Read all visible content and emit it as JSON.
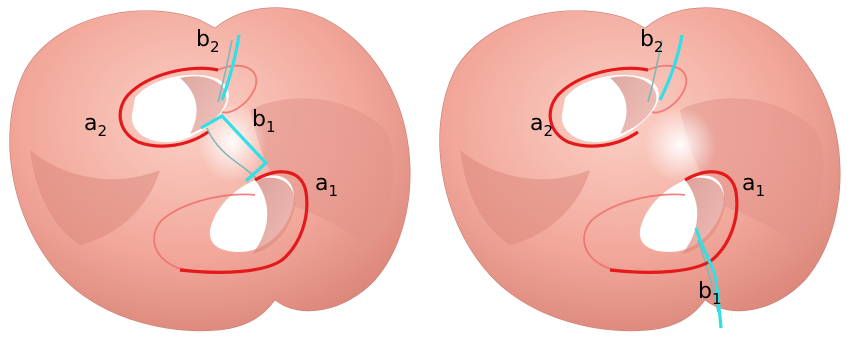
{
  "colors": {
    "surface": "#f3a89c",
    "surface_light": "#fbd2c8",
    "surface_shadow": "#d98378",
    "a_curve": "#e3191c",
    "a_curve_hidden": "#ef6f6a",
    "b_curve": "#2fe0e8",
    "b_curve_hidden": "#7fb7b9",
    "hole": "#ffffff"
  },
  "panels": [
    {
      "id": "left",
      "labels": {
        "a1": {
          "base": "a",
          "sub": "1"
        },
        "a2": {
          "base": "a",
          "sub": "2"
        },
        "b1": {
          "base": "b",
          "sub": "1"
        },
        "b2": {
          "base": "b",
          "sub": "2"
        }
      }
    },
    {
      "id": "right",
      "labels": {
        "a1": {
          "base": "a",
          "sub": "1"
        },
        "a2": {
          "base": "a",
          "sub": "2"
        },
        "b1": {
          "base": "b",
          "sub": "1"
        },
        "b2": {
          "base": "b",
          "sub": "2"
        }
      }
    }
  ]
}
